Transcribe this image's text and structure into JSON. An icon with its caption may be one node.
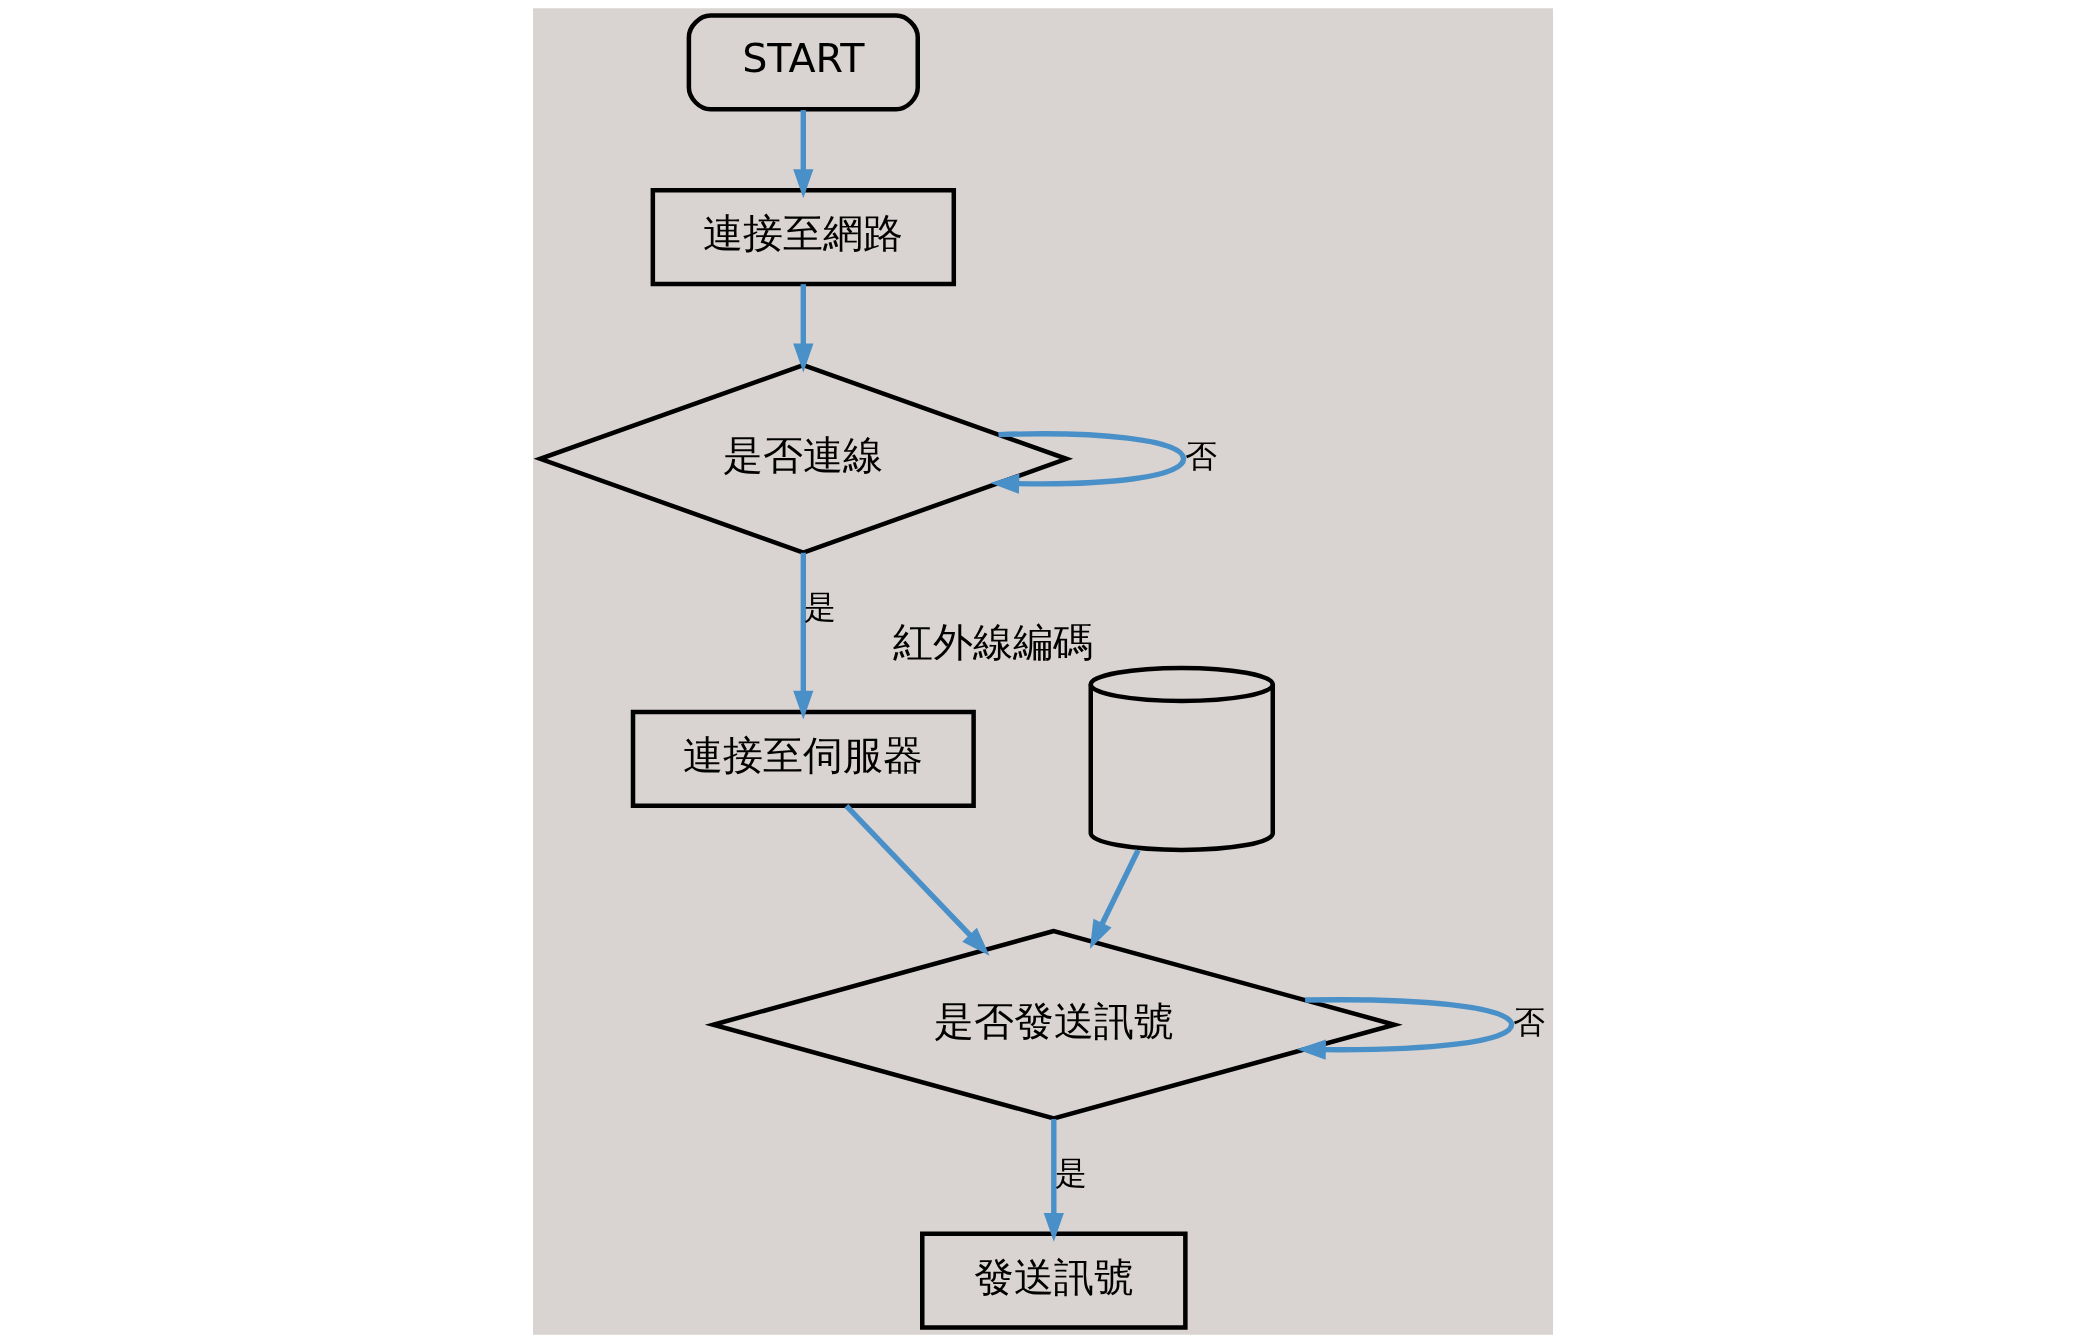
{
  "diagram": {
    "nodes": [
      {
        "text": [
          "START"
        ]
      },
      {
        "text": [
          "連接至網路"
        ]
      },
      {
        "text": [
          "是否連線"
        ]
      },
      {
        "text": [
          "連接至伺服器"
        ]
      },
      {
        "text": [
          "是否發送訊號"
        ]
      },
      {
        "text": [
          "發送訊號"
        ]
      },
      {
        "text": [],
        "shape": "cylinder",
        "beside": [
          "紅外線編碼"
        ]
      }
    ],
    "edges": [
      {
        "from": 0,
        "to": 1,
        "arrow": "to"
      },
      {
        "from": 1,
        "to": 2,
        "arrow": "to"
      },
      {
        "from": 2,
        "to": 2,
        "arrow": "to",
        "label": "否"
      },
      {
        "from": 2,
        "to": 3,
        "arrow": "to",
        "label": "是"
      },
      {
        "from": 3,
        "to": 4,
        "arrow": "to"
      },
      {
        "from": 4,
        "to": 4,
        "arrow": "to",
        "label": "否"
      },
      {
        "from": 4,
        "to": 5,
        "arrow": "to",
        "label": "是"
      },
      {
        "from": 6,
        "to": 4,
        "arrow": "to"
      }
    ]
  }
}
